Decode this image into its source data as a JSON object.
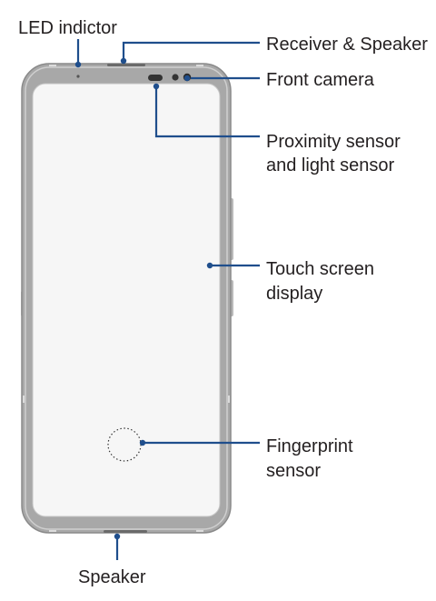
{
  "colors": {
    "leader": "#1f4e8c",
    "phone_body": "#a8a8a8",
    "screen": "#f6f6f6",
    "text": "#231f20"
  },
  "labels": {
    "led_indicator": "LED indictor",
    "receiver_speaker": "Receiver & Speaker",
    "front_camera": "Front camera",
    "proximity_line1": "Proximity sensor",
    "proximity_line2": "and light sensor",
    "touch_line1": "Touch screen",
    "touch_line2": "display",
    "fingerprint_line1": "Fingerprint",
    "fingerprint_line2": "sensor",
    "speaker": "Speaker"
  }
}
